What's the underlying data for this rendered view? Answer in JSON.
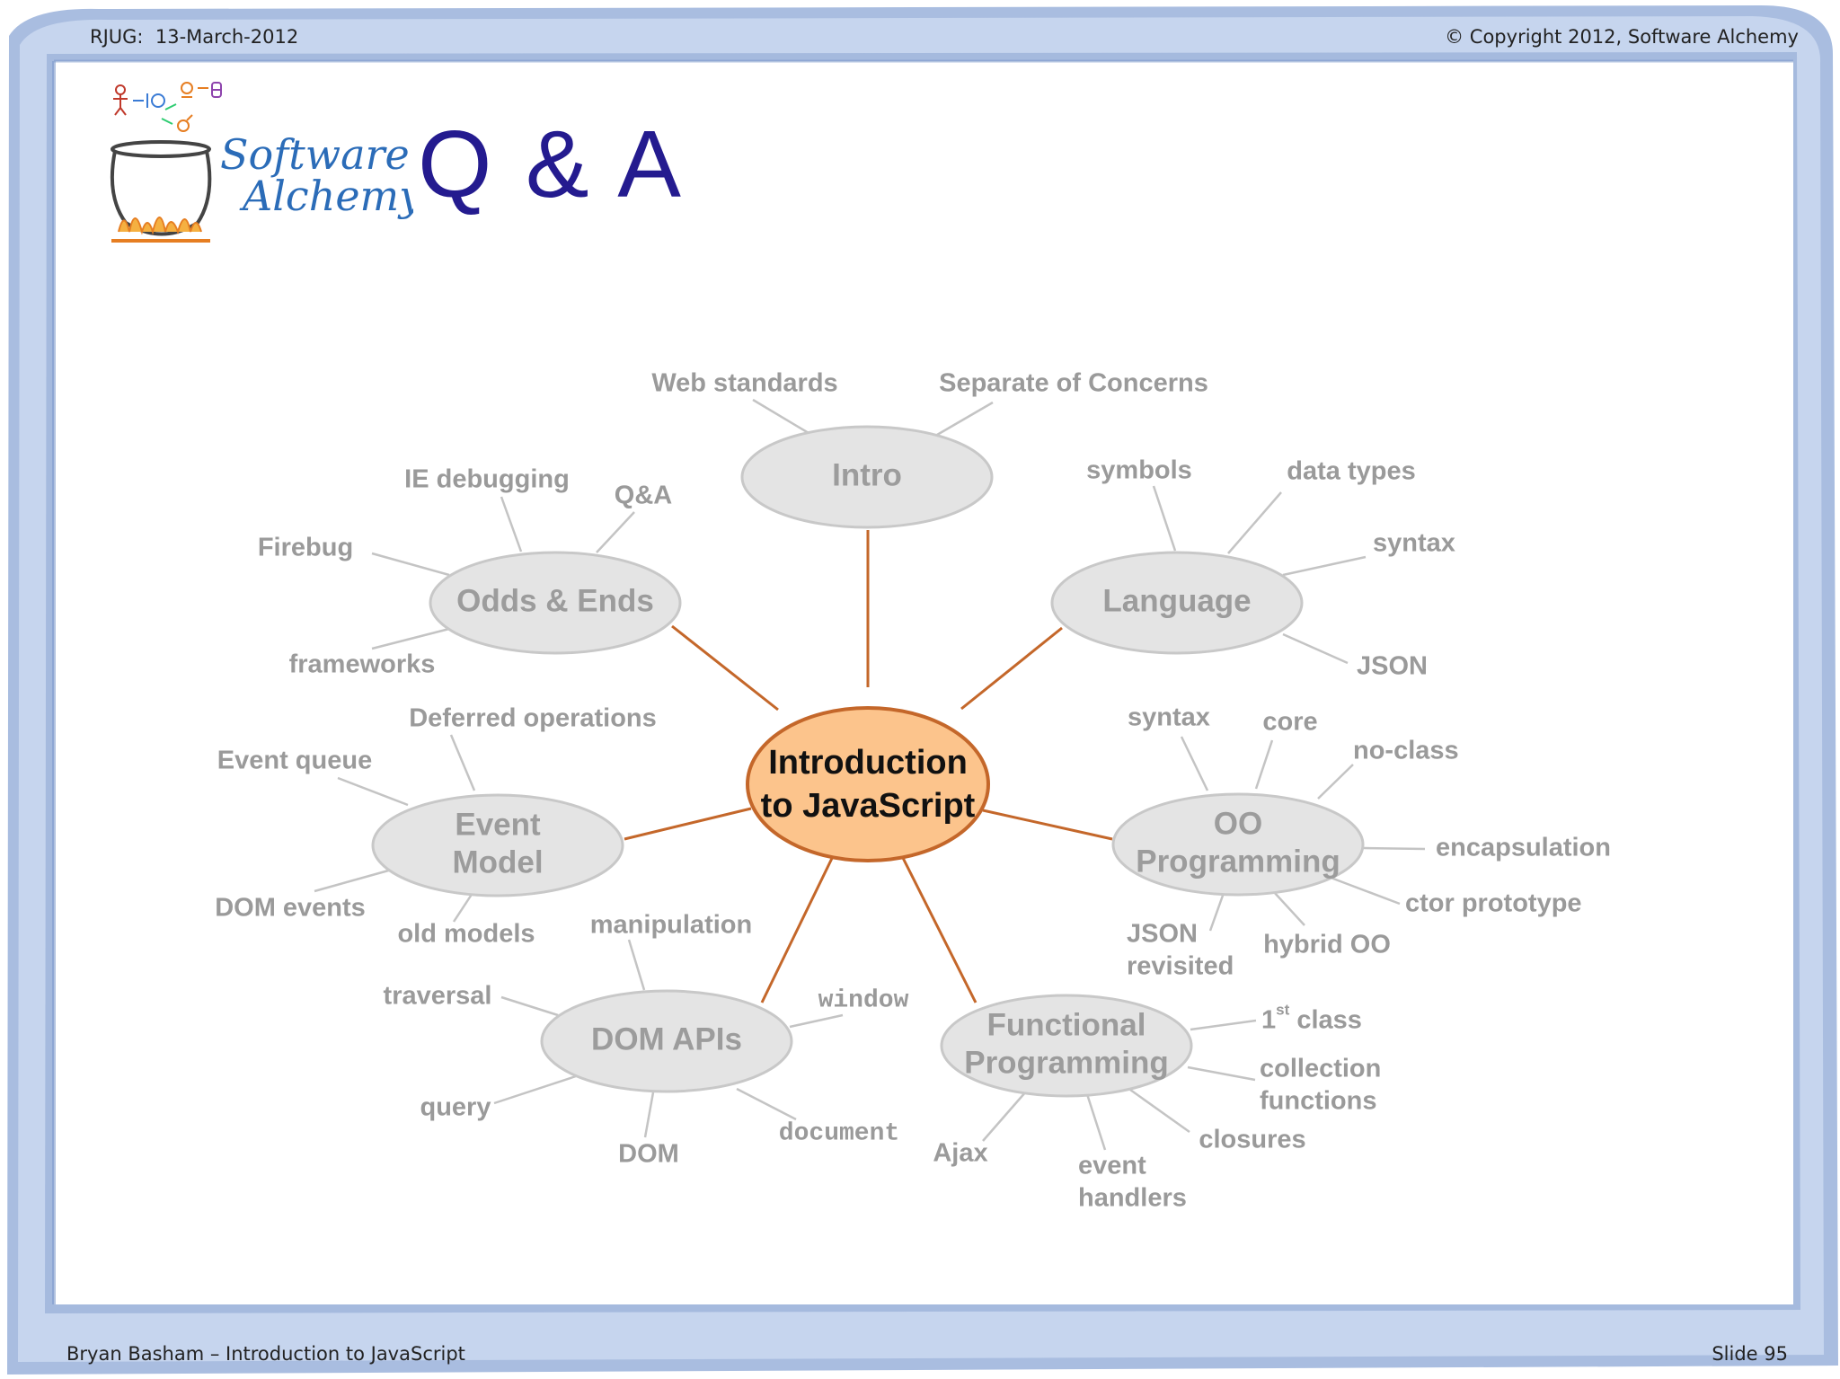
{
  "header": {
    "left": "RJUG:  13-March-2012",
    "right": "© Copyright 2012, Software Alchemy"
  },
  "footer": {
    "left": "Bryan Basham – Introduction to JavaScript",
    "right": "Slide 95"
  },
  "title": "Q & A",
  "logo": {
    "line1": "Software",
    "line2": "Alchemy",
    "icon": "alchemy-cauldron-icon"
  },
  "colors": {
    "title": "#241b8f",
    "frame": "#9fb6dd",
    "node_fill": "#e4e4e4",
    "node_stroke": "#c8c8c8",
    "center_fill": "#fcc48c",
    "center_stroke": "#c4672a",
    "branch_line": "#c4672a",
    "leaf_line": "#c4c4c4",
    "label_gray": "#9a9a9a"
  },
  "mindmap": {
    "center": {
      "lines": [
        "Introduction",
        "to JavaScript"
      ]
    },
    "nodes": [
      {
        "id": "intro",
        "lines": [
          "Intro"
        ],
        "leaves": [
          {
            "lines": [
              "Web standards"
            ]
          },
          {
            "lines": [
              "Separate of Concerns"
            ]
          }
        ]
      },
      {
        "id": "language",
        "lines": [
          "Language"
        ],
        "leaves": [
          {
            "lines": [
              "symbols"
            ]
          },
          {
            "lines": [
              "data types"
            ]
          },
          {
            "lines": [
              "syntax"
            ]
          },
          {
            "lines": [
              "JSON"
            ]
          }
        ]
      },
      {
        "id": "oo",
        "lines": [
          "OO",
          "Programming"
        ],
        "leaves": [
          {
            "lines": [
              "syntax"
            ]
          },
          {
            "lines": [
              "core"
            ]
          },
          {
            "lines": [
              "no-class"
            ]
          },
          {
            "lines": [
              "encapsulation"
            ]
          },
          {
            "lines": [
              "ctor prototype"
            ]
          },
          {
            "lines": [
              "hybrid OO"
            ]
          },
          {
            "lines": [
              "JSON",
              "revisited"
            ]
          }
        ]
      },
      {
        "id": "functional",
        "lines": [
          "Functional",
          "Programming"
        ],
        "leaves": [
          {
            "lines": [
              "1st class"
            ]
          },
          {
            "lines": [
              "collection",
              "functions"
            ]
          },
          {
            "lines": [
              "closures"
            ]
          },
          {
            "lines": [
              "event",
              "handlers"
            ]
          },
          {
            "lines": [
              "Ajax"
            ]
          }
        ]
      },
      {
        "id": "dom",
        "lines": [
          "DOM APIs"
        ],
        "leaves": [
          {
            "lines": [
              "manipulation"
            ]
          },
          {
            "lines": [
              "window"
            ]
          },
          {
            "lines": [
              "document"
            ]
          },
          {
            "lines": [
              "DOM"
            ]
          },
          {
            "lines": [
              "query"
            ]
          },
          {
            "lines": [
              "traversal"
            ]
          }
        ]
      },
      {
        "id": "event",
        "lines": [
          "Event",
          "Model"
        ],
        "leaves": [
          {
            "lines": [
              "Deferred operations"
            ]
          },
          {
            "lines": [
              "Event queue"
            ]
          },
          {
            "lines": [
              "DOM events"
            ]
          },
          {
            "lines": [
              "old models"
            ]
          }
        ]
      },
      {
        "id": "odds",
        "lines": [
          "Odds & Ends"
        ],
        "leaves": [
          {
            "lines": [
              "IE debugging"
            ]
          },
          {
            "lines": [
              "Q&A"
            ]
          },
          {
            "lines": [
              "Firebug"
            ]
          },
          {
            "lines": [
              "frameworks"
            ]
          }
        ]
      }
    ]
  }
}
